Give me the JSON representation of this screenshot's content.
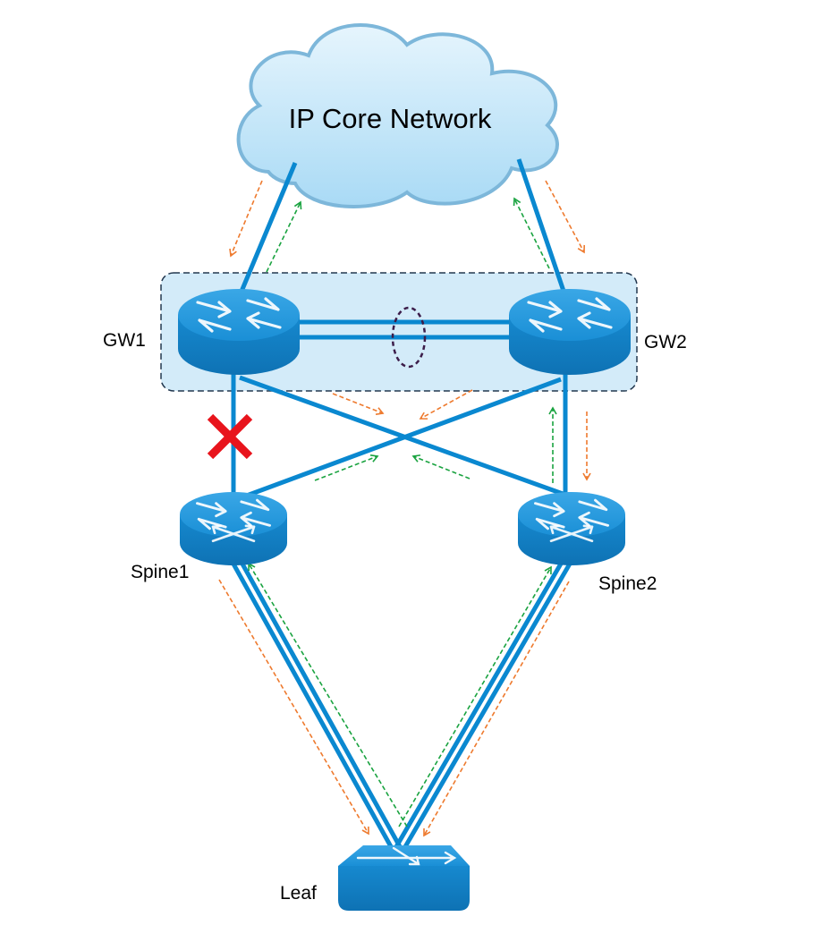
{
  "labels": {
    "cloud": "IP Core Network",
    "gw1": "GW1",
    "gw2": "GW2",
    "spine1": "Spine1",
    "spine2": "Spine2",
    "leaf": "Leaf"
  },
  "colors": {
    "link": "#0a88d0",
    "device": "#1a8fd6",
    "cloud_fill": "#bfe3f7",
    "cloud_stroke": "#7db7da",
    "gw_group_fill": "#d3ebf9",
    "gw_group_stroke": "#23384f",
    "traffic_in": "#ee7a2e",
    "traffic_out": "#1aa340",
    "failure_mark": "#e8141c",
    "lag_ellipse": "#3c1d4a"
  },
  "diagram": {
    "failed_link": "GW1-Spine1",
    "links": [
      {
        "from": "IP Core Network",
        "to": "GW1"
      },
      {
        "from": "IP Core Network",
        "to": "GW2"
      },
      {
        "from": "GW1",
        "to": "GW2",
        "type": "link aggregation (2 links)"
      },
      {
        "from": "GW1",
        "to": "Spine1",
        "status": "failed"
      },
      {
        "from": "GW1",
        "to": "Spine2"
      },
      {
        "from": "GW2",
        "to": "Spine1"
      },
      {
        "from": "GW2",
        "to": "Spine2"
      },
      {
        "from": "Spine1",
        "to": "Leaf"
      },
      {
        "from": "Spine2",
        "to": "Leaf"
      }
    ]
  }
}
